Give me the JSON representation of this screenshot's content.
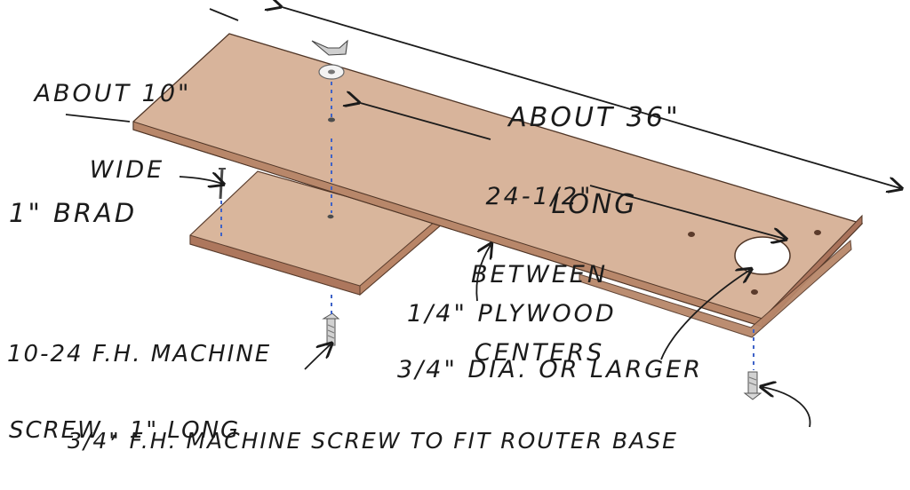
{
  "labels": {
    "width": {
      "line1": "ABOUT 10\"",
      "line2": "WIDE"
    },
    "length": {
      "line1": "ABOUT 36\"",
      "line2": "LONG"
    },
    "spacing": {
      "line1": "24-1/2\"",
      "line2": "BETWEEN",
      "line3": "CENTERS"
    },
    "brad": "1\" BRAD",
    "machine_screw": {
      "line1": "10-24 F.H. MACHINE",
      "line2": "SCREW , 1\" LONG"
    },
    "plywood": "1/4\" PLYWOOD",
    "hole": "3/4\" DIA. OR LARGER",
    "router_screw": "3/4\" F.H. MACHINE SCREW TO FIT ROUTER BASE"
  },
  "colors": {
    "wood_top": "#d8b49b",
    "wood_edge": "#b8876a",
    "wood_edge_dark": "#a9735b",
    "ink": "#1b1b1b",
    "guide_line": "#3f63c8",
    "metal": "#c8c8c8"
  }
}
